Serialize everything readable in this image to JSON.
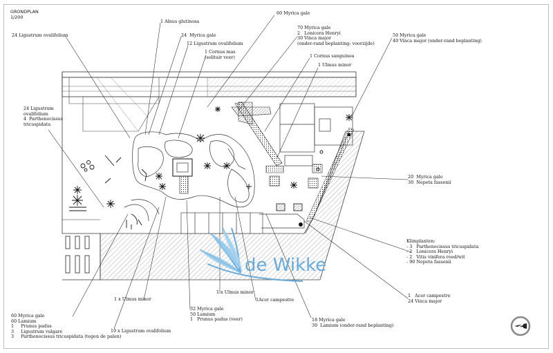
{
  "title": "GRONDPLAN",
  "scale": "1/200",
  "logo_text": "de Wikke",
  "north_label": "N",
  "labels": [
    {
      "id": "alnus-glutinosa",
      "lines": [
        "1 Alnus glutinosa"
      ]
    },
    {
      "id": "ligustrum-top-left",
      "lines": [
        "24 Ligustrum ovalifolium"
      ]
    },
    {
      "id": "myrica-24",
      "lines": [
        "24  Myrica gale"
      ]
    },
    {
      "id": "ligustrum-12",
      "lines": [
        "12 Ligustrum ovalifolium"
      ]
    },
    {
      "id": "cornus-mas",
      "lines": [
        "1 Cornus mas",
        "(solitair veer)"
      ]
    },
    {
      "id": "myrica-60-top",
      "lines": [
        "60 Myrica gale"
      ]
    },
    {
      "id": "group-70-myrica",
      "lines": [
        "70 Myrica gale",
        "2   Lonicera Henryi",
        "30 Vinca major",
        "(onder-rand beplanting: voorzijde)"
      ]
    },
    {
      "id": "group-50-myrica",
      "lines": [
        "50 Myrica gale",
        "40 Vinca major (onder-rand beplanting)"
      ]
    },
    {
      "id": "cornus-sanguinea",
      "lines": [
        "1 Cornus sanguinea"
      ]
    },
    {
      "id": "ulmus-minor-top",
      "lines": [
        "1 Ulmus minor"
      ]
    },
    {
      "id": "ligustrum-parthenocissus-left",
      "lines": [
        "24 Ligustrum",
        "ovalifolium",
        "4  Parthenocissus",
        "tricuspidata"
      ]
    },
    {
      "id": "group-20-myrica",
      "lines": [
        "20  Myrica gale",
        "30  Nepeta fassenii"
      ]
    },
    {
      "id": "klimplanten",
      "lines": [
        "Klimplanten:",
        "- 3   Parthenocissus tricuspidata",
        "- 2   Lonicera Henryi",
        "- 2   Vitis vinifera rood/wit",
        "- 90 Nepeta fassenii"
      ]
    },
    {
      "id": "acer-24-vinca",
      "lines": [
        "1   Acer campestre",
        "24 Vinca major"
      ]
    },
    {
      "id": "ulmus-minor-left",
      "lines": [
        "1 x Ulmus minor"
      ]
    },
    {
      "id": "ulmus-minor-mid",
      "lines": [
        "1 x Ulmus minor"
      ]
    },
    {
      "id": "acer-campestre-mid",
      "lines": [
        "1Acer campestre"
      ]
    },
    {
      "id": "group-32-myrica",
      "lines": [
        "32 Myrica gale",
        "50 Lamium",
        "1   Prunus padus (veer)"
      ]
    },
    {
      "id": "group-18-myrica",
      "lines": [
        "18 Myrica gale",
        "30  Lamium (onder-rand beplanting)"
      ]
    },
    {
      "id": "ligustrum-10",
      "lines": [
        "10 x Ligustrum ovalifolium"
      ]
    },
    {
      "id": "group-60-bottom-left",
      "lines": [
        "60 Myrica gale",
        "60 Lamium",
        "1     Prunus padus",
        "3     Ligustrum vulgare",
        "3     Parthenocissus tricuspidata (tegen de palen)"
      ]
    }
  ]
}
